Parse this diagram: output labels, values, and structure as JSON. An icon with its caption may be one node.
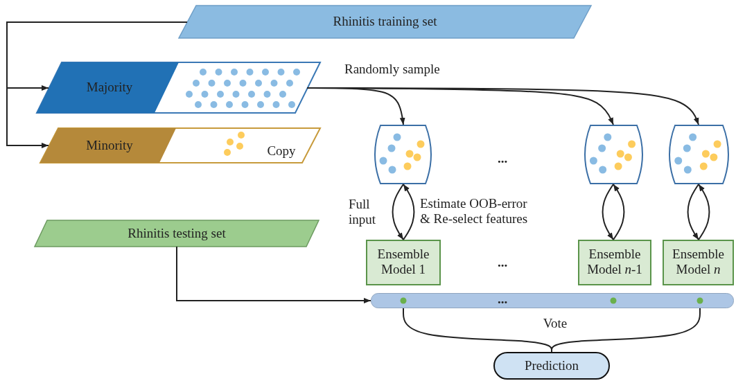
{
  "diagram": {
    "nodes": [
      {
        "text": [
          "Rhinitis training set"
        ]
      },
      {
        "text": [
          "Majority"
        ]
      },
      {
        "text": [
          "Minority",
          "Copy"
        ]
      },
      {
        "text": [],
        "shape": "box"
      },
      {
        "text": [],
        "shape": "box"
      },
      {
        "text": [],
        "shape": "box"
      },
      {
        "text": [
          "Rhinitis testing set"
        ]
      },
      {
        "text": [
          "Ensemble Model 1"
        ]
      },
      {
        "text": [
          "Ensemble Model *n*-1"
        ]
      },
      {
        "text": [
          "Ensemble Model *n*"
        ]
      },
      {
        "text": [],
        "shape": "bar"
      },
      {
        "text": [
          "Prediction"
        ]
      }
    ],
    "edges": [
      {
        "from": 0,
        "to": 1,
        "arrow": "to"
      },
      {
        "from": 0,
        "to": 2,
        "arrow": "to"
      },
      {
        "from": 1,
        "to": 3,
        "arrow": "to"
      },
      {
        "from": 1,
        "to": 4,
        "arrow": "to"
      },
      {
        "from": 1,
        "to": 5,
        "arrow": "to"
      },
      {
        "from": 3,
        "to": 7,
        "arrow": "to",
        "label": "Full input"
      },
      {
        "from": 7,
        "to": 3,
        "arrow": "to",
        "label": "Estimate OOB-error & Re-select features"
      },
      {
        "from": 4,
        "to": 8,
        "arrow": "to"
      },
      {
        "from": 8,
        "to": 4,
        "arrow": "to"
      },
      {
        "from": 5,
        "to": 9,
        "arrow": "to"
      },
      {
        "from": 9,
        "to": 5,
        "arrow": "to"
      },
      {
        "from": 6,
        "to": 10,
        "arrow": "to"
      },
      {
        "from": 10,
        "to": 11,
        "arrow": "none",
        "label": "Vote"
      }
    ],
    "labels": [
      "Randomly sample",
      "...",
      "...",
      "..."
    ]
  }
}
